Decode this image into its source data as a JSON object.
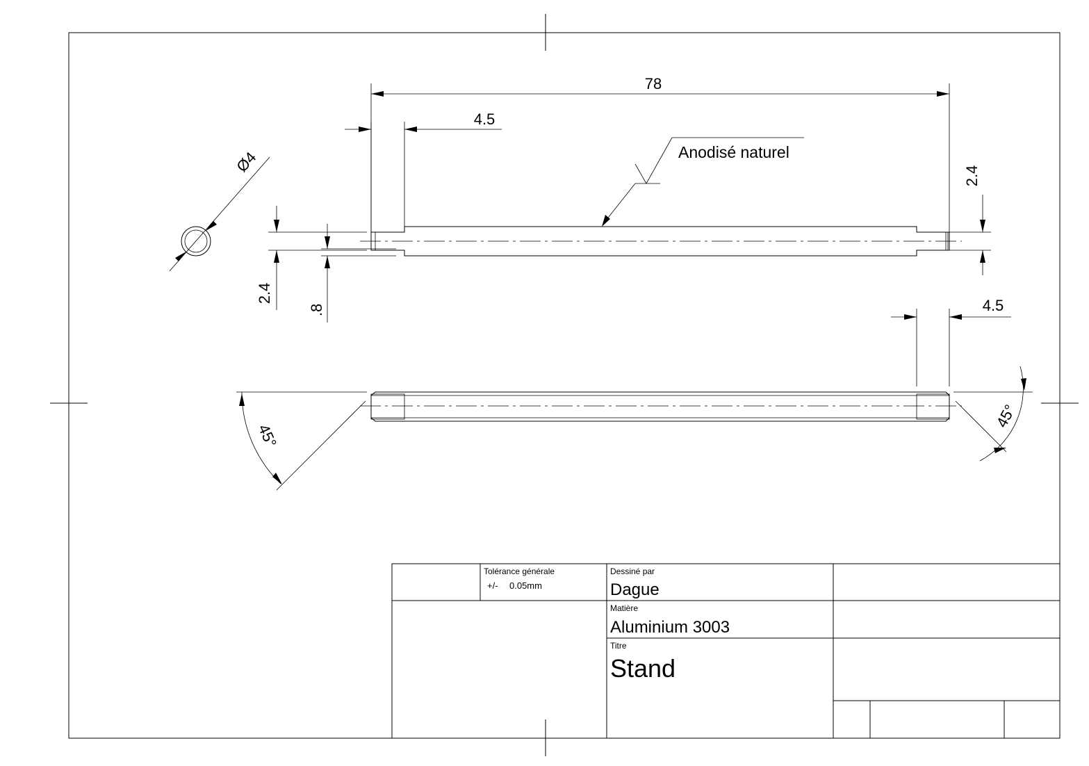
{
  "dimensions": {
    "overall_length": "78",
    "left_step_length": "4.5",
    "right_step_length": "4.5",
    "end_diameter_right": "2.4",
    "end_diameter_left": "2.4",
    "groove_depth": ".8",
    "section_diameter": "Ø4",
    "chamfer_left": "45°",
    "chamfer_right": "45°"
  },
  "annotations": {
    "surface_finish": "Anodisé naturel"
  },
  "title_block": {
    "tolerance_label": "Tolérance générale",
    "tolerance_prefix": "+/-",
    "tolerance_value": "0.05mm",
    "drawn_by_label": "Dessiné par",
    "drawn_by_value": "Dague",
    "material_label": "Matière",
    "material_value": "Aluminium 3003",
    "title_label": "Titre",
    "title_value": "Stand"
  }
}
